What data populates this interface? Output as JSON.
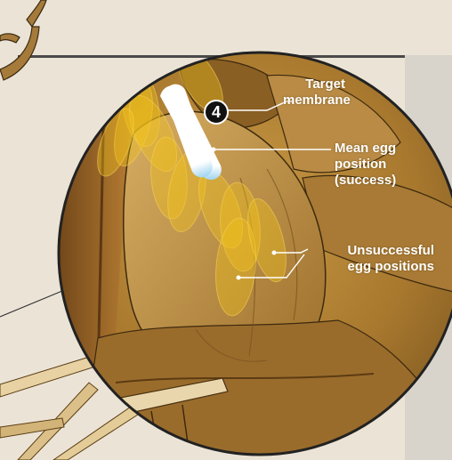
{
  "step_number": "4",
  "labels": {
    "target_line1": "Target",
    "target_line2": "membrane",
    "mean_line1": "Mean egg",
    "mean_line2": "position",
    "mean_line3": "(success)",
    "unsuccessful_line1": "Unsuccessful",
    "unsuccessful_line2": "egg positions"
  },
  "colors": {
    "label_text": "#ffffff",
    "ring": "#222222",
    "egg_ellipses": "#f3c21a",
    "mean_egg": "#ffffff",
    "background_tan": "#a8782e",
    "page_background": "#ebe4d6"
  }
}
